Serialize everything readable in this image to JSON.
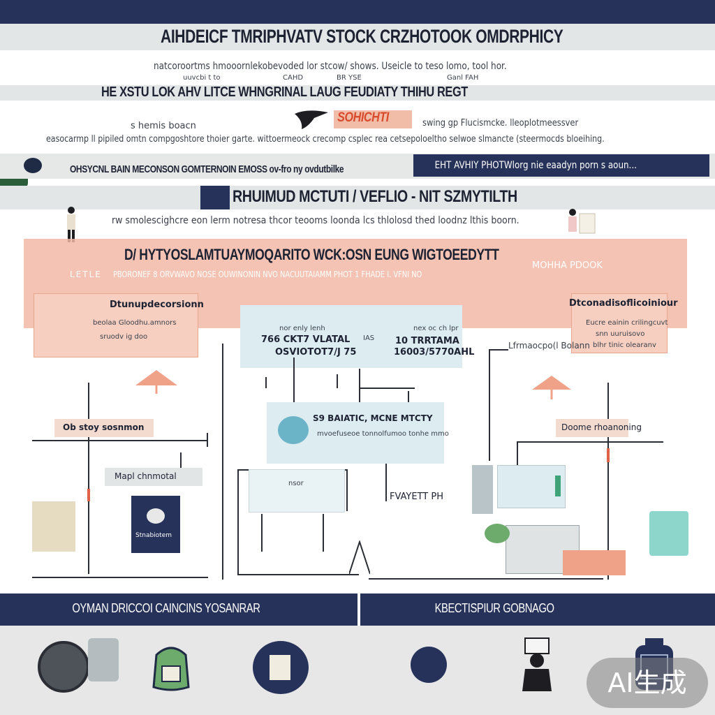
{
  "header": {
    "title": "AIHDEICF TMRIPHVATV STOCK CRZHOTOOK OMDRPHICY",
    "subtitle_line1": "natcoroortms hmooornlekobevoded lor stcow/ shows. Useicle to teso lomo, tool hor.",
    "subtitle_tags": [
      "uuvcbi t to",
      "CAHD",
      "BR YSE",
      "Ganl FAH"
    ],
    "banner": "HE XSTU LOK AHV LITCE WHNGRINAL LAUG FEUDIATY THIHU REGT",
    "brand_mark": "SOHICHTI",
    "side_note_left": "s hemis boacn",
    "side_note_right": "swing gp Flucismcke. lleoplotmeessver",
    "long_desc": "easocarmp ll pipiled omtn compgoshtore thoier garte. wittoermeock crecomp csplec rea cetsepoloeltho selwoe slmancte (steermocds bloeihing."
  },
  "strip": {
    "left_text": "OHSYCNL BAIN MECONSON GOMTERNOIN EMOSS ov-fro ny ovdutbilke",
    "right_text": "EHT AVHIY PHOTWlorg nie eaadyn porn s aoun..."
  },
  "section": {
    "title_badge": "RHUIMUD MCTUTI / VEFLIO - NIT SZMYTILTH",
    "desc": "rw smolescighcre eon lerm notresa thcor teooms loonda lcs thlolosd thed loodnz lthis boorn."
  },
  "salmon_panel": {
    "title": "D/ HYTYOSLAMTUAYMOQARITO WCK:OSN EUNG WIGTOEEDYTT",
    "right_tag": "MOHHA PDOOK",
    "row_left": "LETLE",
    "row_text": "PBORONEF 8 ORVWAVO NOSE OUWINONIN NVO NACUUTAIAMM PHOT 1 FHADE I. VFNI NO",
    "left_box_title": "Dtunupdecorsionn",
    "left_box_lines": [
      "beolaa Gloodhu.amnors",
      "sruodv ig doo"
    ],
    "right_box_title": "Dtconadisoflicoiniour",
    "right_box_lines": [
      "Eucre eainin crilingcuvt",
      "snn uuruisovo",
      "blhr tinic olearanv"
    ]
  },
  "center_box": {
    "top_left": "nor enly lenh",
    "top_right": "nex oc ch lpr",
    "mid_left": "766 CKT7 VLATAL",
    "mid_tag": "IAS",
    "mid_right": "10 TRRTAMA",
    "bottom_left": "OSVIOTOT7/J 75",
    "bottom_right": "16003/5770AHL"
  },
  "diagram": {
    "right_label": "Lfrmaocpo(l Bolann",
    "mid_box_title": "S9 BAIATIC, MCNE MTCTY",
    "mid_box_sub": "mvoefuseoe tonnolfumoo tonhe mmo",
    "left_tag": "Ob stoy sosnmon",
    "right_tag": "Doome rhoanoning",
    "small_card": "Mapl chnmotal",
    "navy_card": "Stnabiotem",
    "check_label": "FVAYETT PH",
    "lower_label": "nsor"
  },
  "footer": {
    "left_title": "OYMAN DRICCOI CAINCINS YOSANRAR",
    "right_title": "KBECTISPIUR GOBNAGO",
    "watermark": "AI生成"
  },
  "colors": {
    "navy": "#26325a",
    "salmon": "#f3b9a6",
    "light_blue": "#dcecf1",
    "grey_band": "#e3e6e6",
    "teal": "#8cd6cc",
    "green": "#6cab6c"
  },
  "icons": [
    "sun-icon",
    "magnifier-icon",
    "person-icon",
    "bag-icon",
    "camera-icon",
    "gear-icon",
    "bottle-icon",
    "jar-icon"
  ]
}
